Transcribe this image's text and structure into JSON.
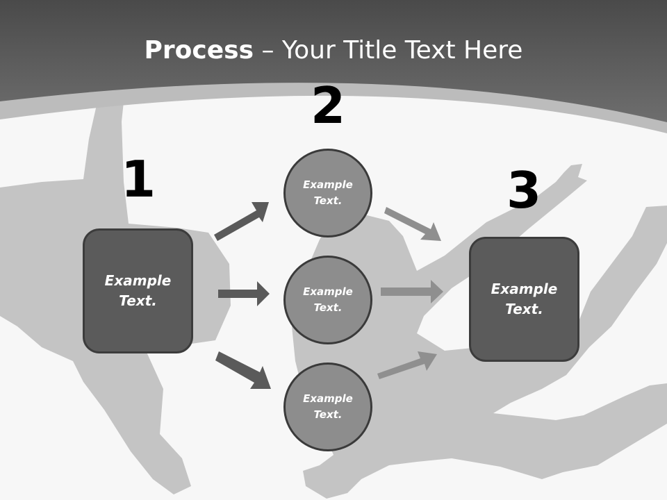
{
  "title": {
    "bold": "Process",
    "rest": " – Your Title Text Here"
  },
  "steps": {
    "one": {
      "number": "1",
      "box_text": "Example\nText."
    },
    "two": {
      "number": "2",
      "circles": [
        {
          "text": "Example\nText."
        },
        {
          "text": "Example\nText."
        },
        {
          "text": "Example\nText."
        }
      ]
    },
    "three": {
      "number": "3",
      "box_text": "Example\nText."
    }
  },
  "colors": {
    "header": "#666666",
    "background": "#f7f7f7",
    "silhouette": "#c4c4c4",
    "box_fill": "#5b5b5b",
    "circle_fill": "#8d8d8d",
    "arrow_dark": "#5a5a5a",
    "arrow_light": "#8f8f8f"
  }
}
